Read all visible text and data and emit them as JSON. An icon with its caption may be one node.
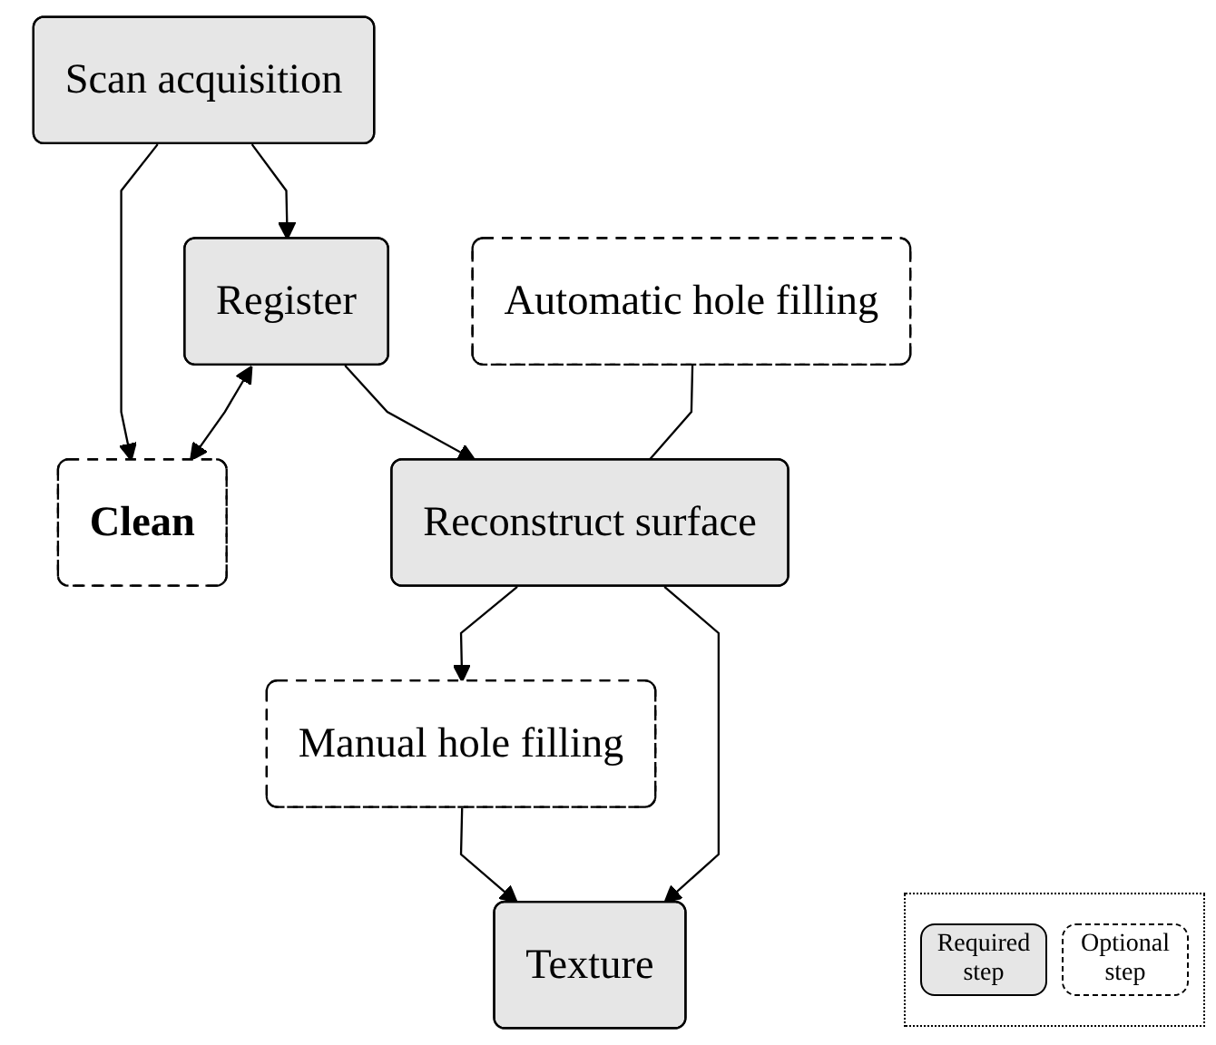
{
  "diagram": {
    "nodes": [
      {
        "text": [
          "Scan acquisition"
        ]
      },
      {
        "text": [
          "Register"
        ]
      },
      {
        "text": [
          "Clean"
        ]
      },
      {
        "text": [
          "Manual hole filling"
        ]
      },
      {
        "text": [
          "Reconstruct surface"
        ]
      },
      {
        "text": [
          "Automatic hole filling"
        ]
      },
      {
        "text": [
          "Texture"
        ]
      }
    ],
    "edges": [
      {
        "from": 0,
        "to": 1,
        "arrow": "to"
      },
      {
        "from": 0,
        "to": 2,
        "arrow": "to"
      },
      {
        "from": 1,
        "to": 2,
        "arrow": "both"
      },
      {
        "from": 1,
        "to": 4,
        "arrow": "to"
      },
      {
        "from": 4,
        "to": 3,
        "arrow": "to"
      },
      {
        "from": 5,
        "to": 4,
        "arrow": "none"
      },
      {
        "from": 3,
        "to": 6,
        "arrow": "to"
      },
      {
        "from": 4,
        "to": 6,
        "arrow": "to"
      }
    ],
    "legend": [
      {
        "text": "Required step"
      },
      {
        "text": "Optional step"
      }
    ]
  }
}
